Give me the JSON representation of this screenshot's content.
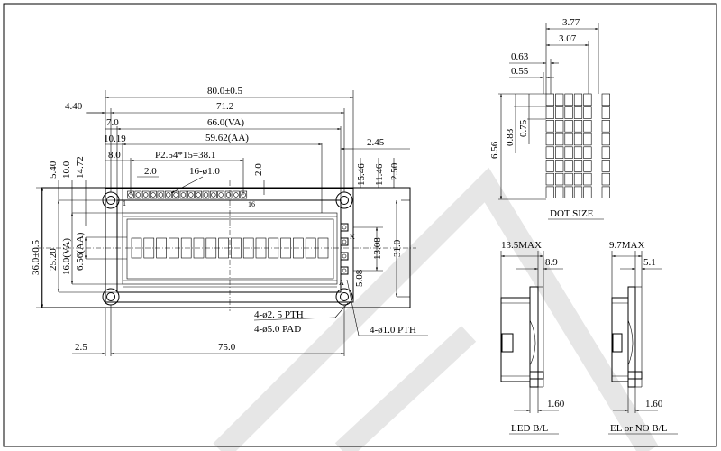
{
  "dimensions": {
    "overall_width": "80.0±0.5",
    "left_offset": "4.40",
    "pad_span": "71.2",
    "va_width": "66.0(VA)",
    "va_offset": "7.0",
    "aa_offset": "10.19",
    "aa_width": "59.62(AA)",
    "pin_start": "8.0",
    "pin_pitch": "P2.54*15=38.1",
    "pin_spacing": "2.0",
    "pin_holes": "16-ø1.0",
    "pin_height": "2.0",
    "top_margin": "5.40",
    "top_10": "10.0",
    "top_14": "14.72",
    "overall_height": "36.0±0.5",
    "pad_height": "25.20",
    "va_height": "16.0(VA)",
    "aa_height": "6.56(AA)",
    "right_245": "2.45",
    "right_1546": "15.46",
    "right_1146": "11.46",
    "right_250": "2.50",
    "right_1308": "13.08",
    "right_310": "31.0",
    "right_508": "5.08",
    "mount_inset": "2.5",
    "mount_span": "75.0",
    "pin_label_top": "1",
    "pin_label_bottom": "16",
    "backlight_k": "K",
    "backlight_a": "A"
  },
  "notes": {
    "pth_large": "4-ø2. 5 PTH",
    "pad": "4-ø5.0 PAD",
    "pth_small": "4-ø1.0 PTH"
  },
  "dot_size": {
    "title": "DOT SIZE",
    "w_377": "3.77",
    "w_307": "3.07",
    "w_063": "0.63",
    "w_055": "0.55",
    "h_656": "6.56",
    "h_083": "0.83",
    "h_075": "0.75"
  },
  "side_views": {
    "led_max": "13.5MAX",
    "led_89": "8.9",
    "led_160": "1.60",
    "led_title": "LED B/L",
    "el_max": "9.7MAX",
    "el_51": "5.1",
    "el_160": "1.60",
    "el_title": "EL or NO B/L"
  },
  "watermark": "A"
}
